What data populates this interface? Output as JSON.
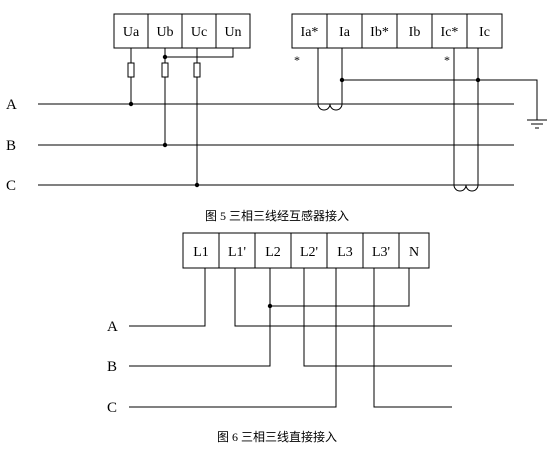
{
  "figure5": {
    "voltage_terminals": [
      "Ua",
      "Ub",
      "Uc",
      "Un"
    ],
    "current_terminals": [
      "Ia*",
      "Ia",
      "Ib*",
      "Ib",
      "Ic*",
      "Ic"
    ],
    "polarity_marks": [
      "*",
      "*"
    ],
    "phases": [
      "A",
      "B",
      "C"
    ],
    "caption": "图 5  三相三线经互感器接入"
  },
  "figure6": {
    "terminals": [
      "L1",
      "L1'",
      "L2",
      "L2'",
      "L3",
      "L3'",
      "N"
    ],
    "phases": [
      "A",
      "B",
      "C"
    ],
    "caption": "图 6  三相三线直接接入"
  }
}
